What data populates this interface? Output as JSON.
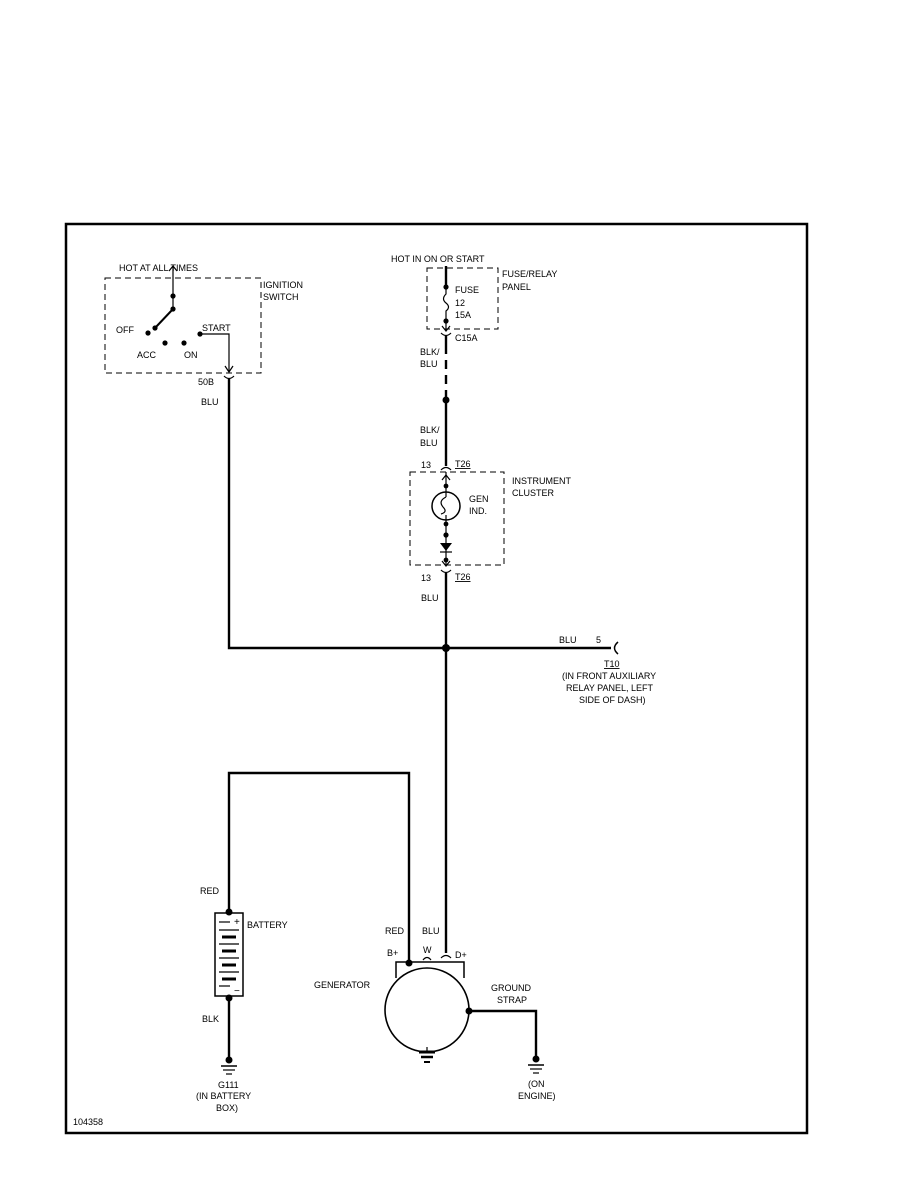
{
  "diagram_id": "104358",
  "ignition": {
    "header": "HOT AT ALL TIMES",
    "name_line1": "IGNITION",
    "name_line2": "SWITCH",
    "pos_off": "OFF",
    "pos_acc": "ACC",
    "pos_on": "ON",
    "pos_start": "START",
    "terminal": "50B",
    "wire": "BLU"
  },
  "fuse_panel": {
    "header": "HOT IN ON OR START",
    "name_line1": "FUSE/RELAY",
    "name_line2": "PANEL",
    "fuse_label": "FUSE",
    "fuse_number": "12",
    "fuse_rating": "15A",
    "connector": "C15A",
    "wire_line1": "BLK/",
    "wire_line2": "BLU"
  },
  "cluster": {
    "wire_in_line1": "BLK/",
    "wire_in_line2": "BLU",
    "pin_in": "13",
    "conn_in": "T26",
    "name_line1": "INSTRUMENT",
    "name_line2": "CLUSTER",
    "lamp_line1": "GEN",
    "lamp_line2": "IND.",
    "pin_out": "13",
    "conn_out": "T26",
    "wire_out": "BLU"
  },
  "aux_relay": {
    "wire": "BLU",
    "pin": "5",
    "connector": "T10",
    "loc_line1": "(IN FRONT AUXILIARY",
    "loc_line2": "RELAY PANEL, LEFT",
    "loc_line3": "SIDE OF DASH)"
  },
  "battery": {
    "name": "BATTERY",
    "wire_pos": "RED",
    "wire_neg": "BLK",
    "plus": "+",
    "minus": "−",
    "ground": "G111",
    "ground_loc_line1": "(IN BATTERY",
    "ground_loc_line2": "BOX)"
  },
  "generator": {
    "name": "GENERATOR",
    "wire_b": "RED",
    "wire_d": "BLU",
    "term_b": "B+",
    "term_w": "W",
    "term_d": "D+",
    "strap_line1": "GROUND",
    "strap_line2": "STRAP",
    "ground_loc_line1": "(ON",
    "ground_loc_line2": "ENGINE)"
  }
}
